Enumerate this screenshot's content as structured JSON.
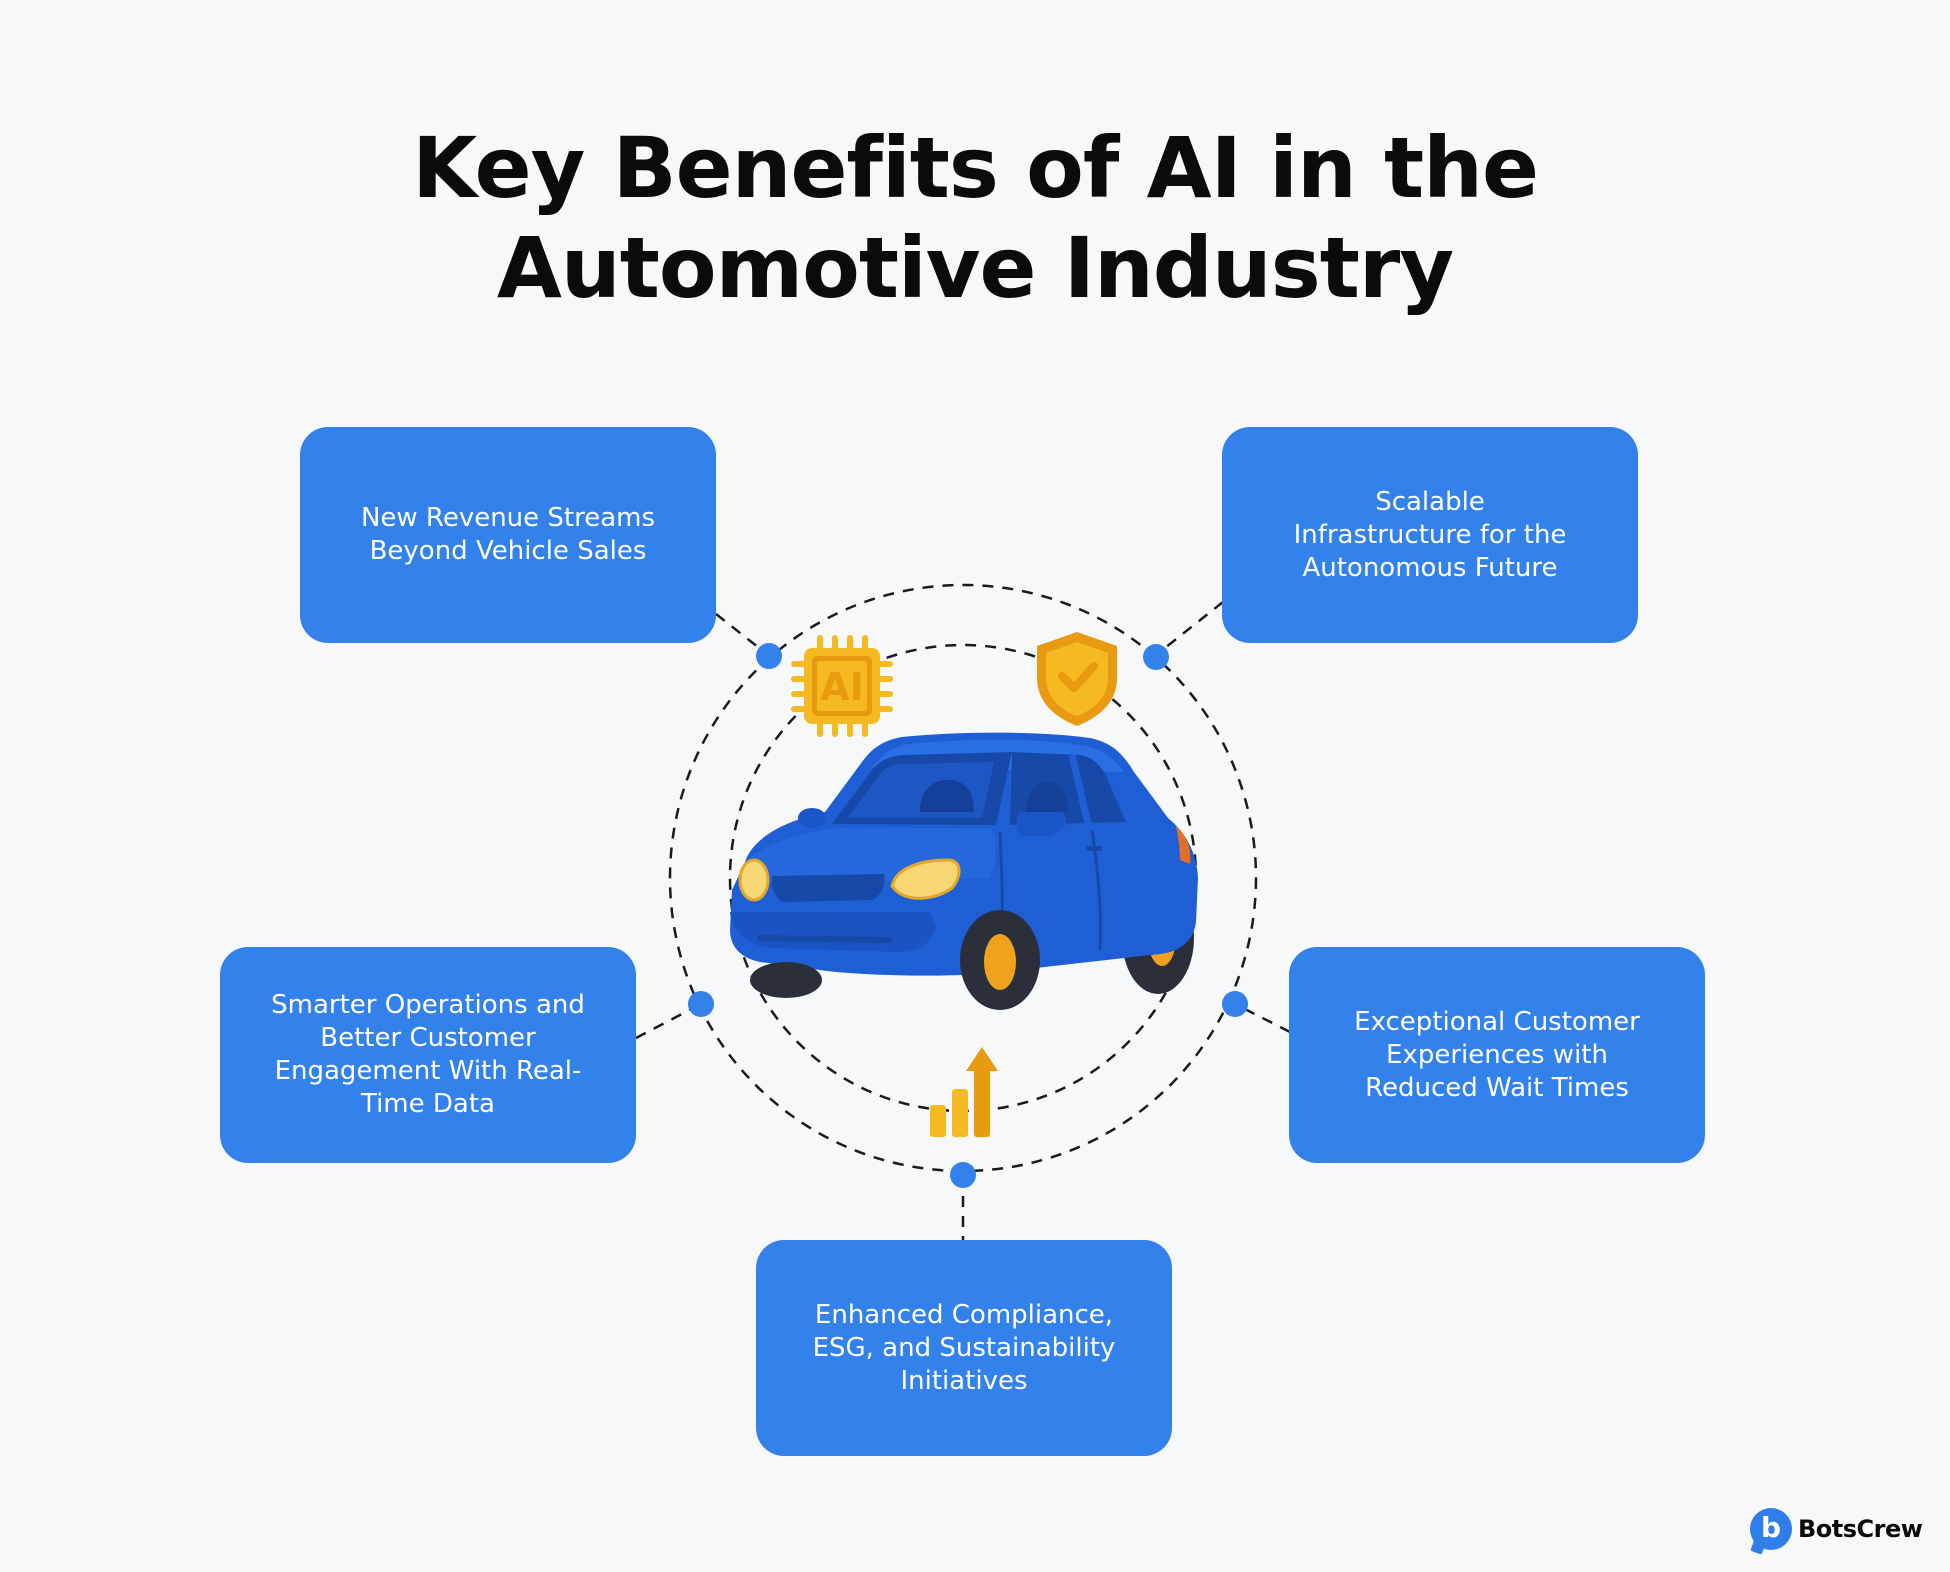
{
  "title": {
    "line1": "Key Benefits of AI in the",
    "line2": "Automotive Industry"
  },
  "benefits": [
    {
      "id": "revenue",
      "text": "New Revenue Streams\nBeyond Vehicle Sales"
    },
    {
      "id": "infrastructure",
      "text": "Scalable\nInfrastructure for the\nAutonomous Future"
    },
    {
      "id": "operations",
      "text": "Smarter Operations and\nBetter Customer\nEngagement With Real-\nTime Data"
    },
    {
      "id": "experience",
      "text": "Exceptional Customer\nExperiences with\nReduced Wait Times"
    },
    {
      "id": "compliance",
      "text": "Enhanced Compliance,\nESG, and Sustainability\nInitiatives"
    }
  ],
  "icons": {
    "chip_label": "AI",
    "chip": "ai-chip-icon",
    "shield": "shield-check-icon",
    "growth": "growth-chart-icon",
    "car": "car-icon"
  },
  "colors": {
    "box": "#3381ea",
    "accent": "#f5b921",
    "car": "#1f5fd6",
    "dot": "#3381ea"
  },
  "brand": {
    "logo_letter": "b",
    "name": "BotsCrew"
  }
}
